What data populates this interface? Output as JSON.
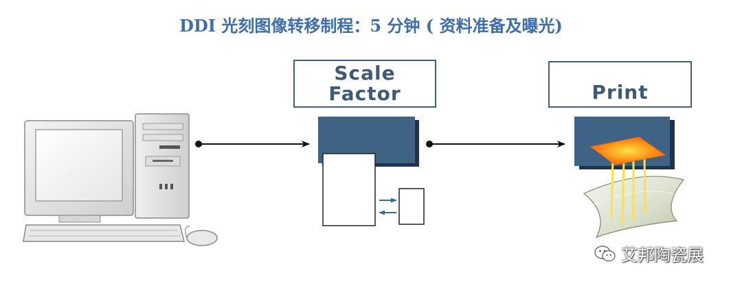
{
  "title": "DDI 光刻图像转移制程：5 分钟 ( 资料准备及曝光)",
  "scale_factor_label": "Scale\nFactor",
  "print_label": "Print",
  "watermark_text": "艾邦陶瓷展",
  "icons": {
    "computer": "desktop-computer-icon",
    "processor": "scale-processor-icon",
    "printer": "print-exposure-icon",
    "watermark": "wechat-icon"
  },
  "colors": {
    "title": "#3c6dae",
    "box_border": "#3e5f7f",
    "box_text": "#3d5b78",
    "block_fill": "#3f6385",
    "arrow": "#111111"
  }
}
